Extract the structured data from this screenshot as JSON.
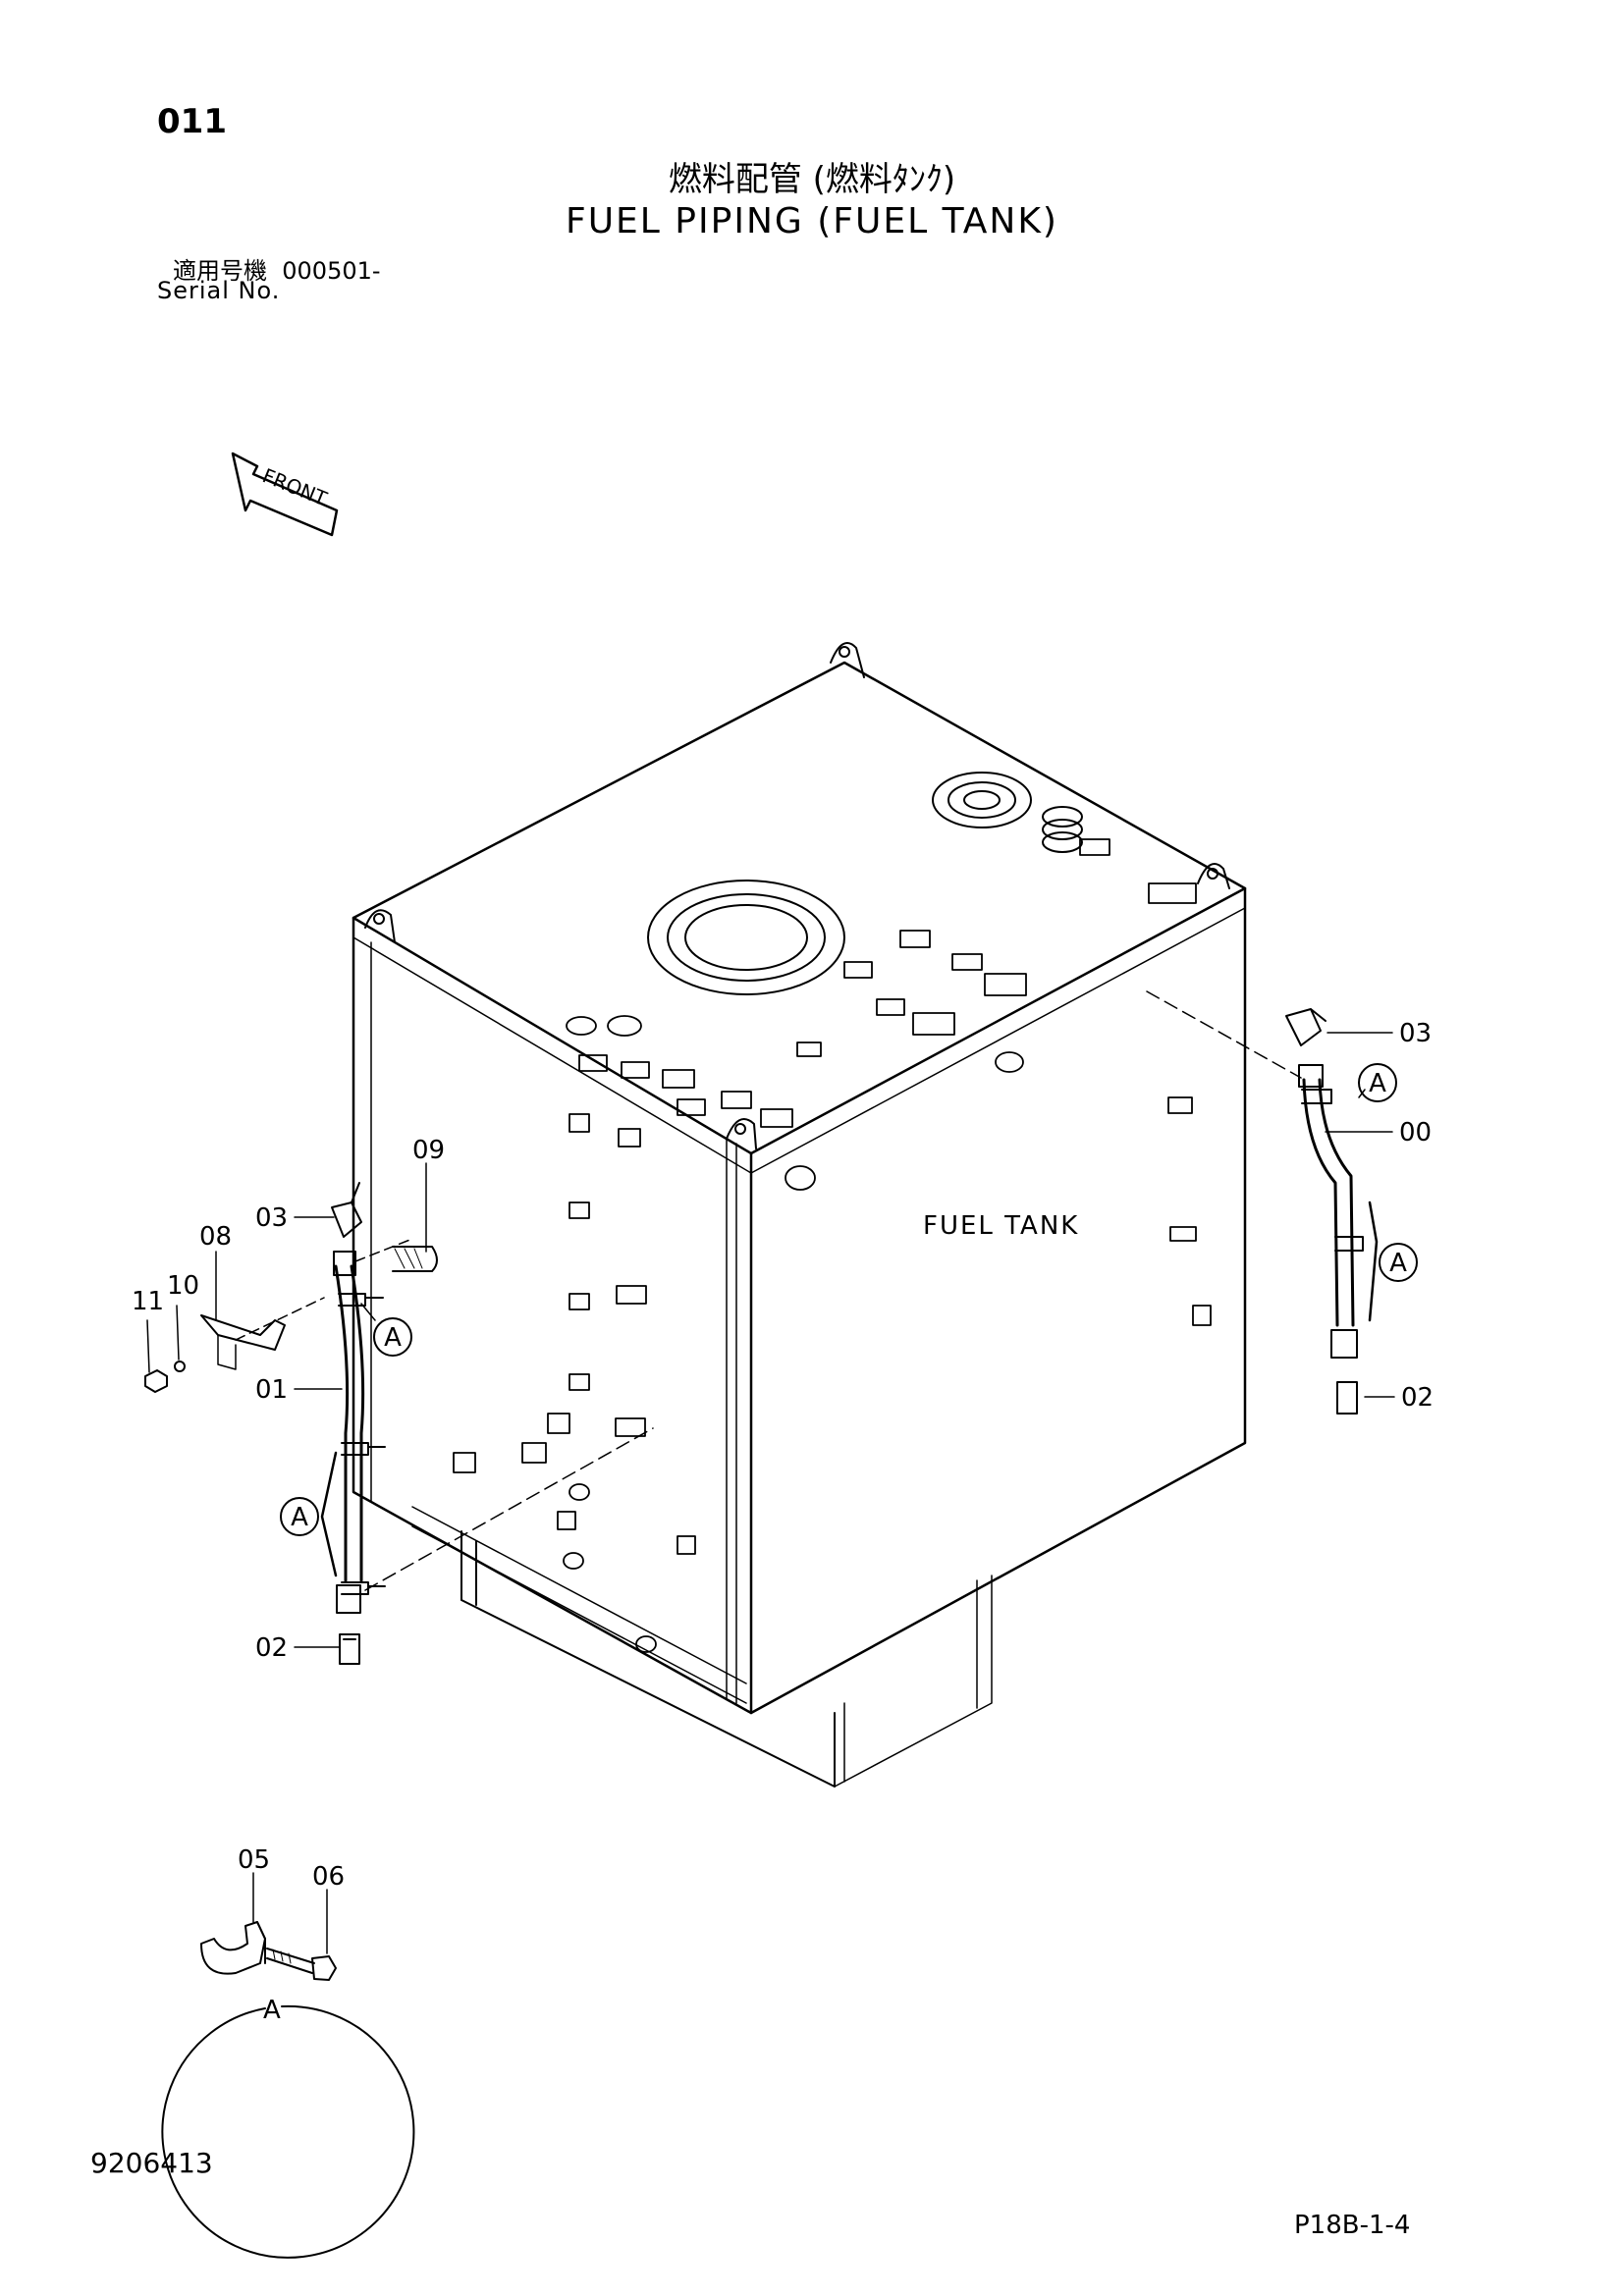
{
  "page": {
    "number": "011",
    "title_jp": "燃料配管 (燃料ﾀﾝｸ)",
    "title_en": "FUEL PIPING (FUEL TANK)",
    "serial_label_jp": "適用号機",
    "serial_value": "000501-",
    "serial_label_en": "Serial No.",
    "document_number": "9206413",
    "page_code": "P18B-1-4"
  },
  "diagram": {
    "front_arrow_label": "FRONT",
    "tank_label": "FUEL TANK",
    "detail_label": "A",
    "callouts": {
      "c00": "00",
      "c01": "01",
      "c02_left": "02",
      "c02_right": "02",
      "c03_left": "03",
      "c03_right": "03",
      "c05": "05",
      "c06": "06",
      "c08": "08",
      "c09": "09",
      "c10": "10",
      "c11": "11"
    },
    "detail_markers": {
      "m1": "A",
      "m2": "A",
      "m3": "A",
      "m4": "A"
    }
  }
}
